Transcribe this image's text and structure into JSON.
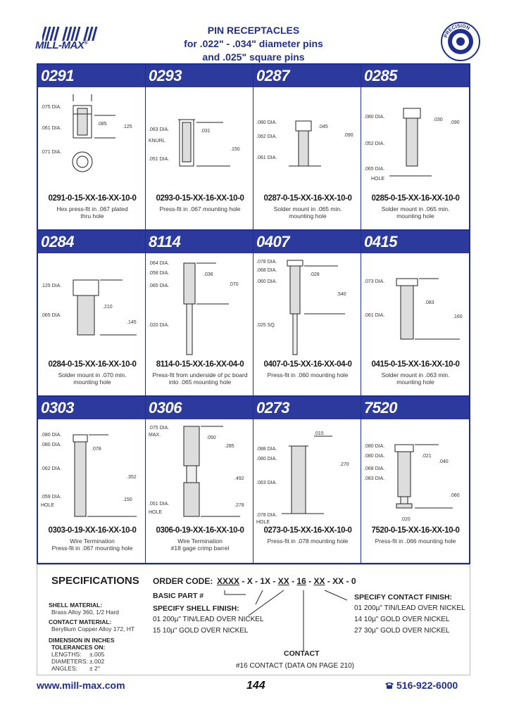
{
  "brand": {
    "logo_text": "MILL-MAX",
    "logo_mark": "MM",
    "seal_text": "PRECISION"
  },
  "header": {
    "line1": "PIN RECEPTACLES",
    "line2": "for .022\" - .034\" diameter pins",
    "line3": "and .025\" square pins"
  },
  "products": [
    {
      "id": "0291",
      "code": "0291-0-15-XX-16-XX-10-0",
      "desc1": "Hex press-fit in .067 plated",
      "desc2": "thru hole"
    },
    {
      "id": "0293",
      "code": "0293-0-15-XX-16-XX-10-0",
      "desc1": "Press-fit in .067 mounting hole",
      "desc2": ""
    },
    {
      "id": "0287",
      "code": "0287-0-15-XX-16-XX-10-0",
      "desc1": "Solder mount in .065 min.",
      "desc2": "mounting hole"
    },
    {
      "id": "0285",
      "code": "0285-0-15-XX-16-XX-10-0",
      "desc1": "Solder mount in .065 min.",
      "desc2": "mounting hole"
    },
    {
      "id": "0284",
      "code": "0284-0-15-XX-16-XX-10-0",
      "desc1": "Solder mount in .070 min.",
      "desc2": "mounting hole"
    },
    {
      "id": "8114",
      "code": "8114-0-15-XX-16-XX-04-0",
      "desc1": "Press-fit from underside of pc board",
      "desc2": "into .065 mounting hole"
    },
    {
      "id": "0407",
      "code": "0407-0-15-XX-16-XX-04-0",
      "desc1": "Press-fit in .060 mounting hole",
      "desc2": ""
    },
    {
      "id": "0415",
      "code": "0415-0-15-XX-16-XX-10-0",
      "desc1": "Solder mount in .063 min.",
      "desc2": "mounting hole"
    },
    {
      "id": "0303",
      "code": "0303-0-19-XX-16-XX-10-0",
      "desc1": "Wire Termination",
      "desc2": "Press-fit in .067 mounting hole"
    },
    {
      "id": "0306",
      "code": "0306-0-19-XX-16-XX-10-0",
      "desc1": "Wire Termination",
      "desc2": "#18 gage crimp barrel"
    },
    {
      "id": "0273",
      "code": "0273-0-15-XX-16-XX-10-0",
      "desc1": "Press-fit in .078 mounting hole",
      "desc2": ""
    },
    {
      "id": "7520",
      "code": "7520-0-15-XX-16-XX-10-0",
      "desc1": "Press-fit in .066 mounting hole",
      "desc2": ""
    }
  ],
  "specs": {
    "title": "SPECIFICATIONS",
    "shell_label": "SHELL MATERIAL:",
    "shell_value": "Brass Alloy 360, 1/2 Hard",
    "contact_label": "CONTACT MATERIAL:",
    "contact_value": "Beryllium Copper Alloy 172, HT",
    "dim1": "DIMENSION IN INCHES",
    "dim2": "TOLERANCES ON:",
    "tolerances": [
      {
        "name": "LENGTHS:",
        "value": "±.005"
      },
      {
        "name": "DIAMETERS:",
        "value": "±.002"
      },
      {
        "name": "ANGLES:",
        "value": "± 2°"
      }
    ]
  },
  "order": {
    "label": "ORDER CODE:",
    "p1": "XXXX",
    "p2": "X",
    "p3": "1X",
    "p4": "XX",
    "p5": "16",
    "p6": "XX",
    "p7": "XX",
    "p8": "0",
    "basic_part": "BASIC PART #",
    "shell_finish_title": "SPECIFY SHELL FINISH:",
    "shell_finish_1": "01  200µ\" TIN/LEAD OVER NICKEL",
    "shell_finish_2": "15  10µ\" GOLD OVER NICKEL",
    "contact_finish_title": "SPECIFY CONTACT FINISH:",
    "contact_finish_1": "01  200µ\" TIN/LEAD OVER NICKEL",
    "contact_finish_2": "14  10µ\" GOLD OVER NICKEL",
    "contact_finish_3": "27  30µ\" GOLD OVER NICKEL",
    "contact_title": "CONTACT",
    "contact_line": "#16  CONTACT (DATA ON PAGE 210)"
  },
  "footer": {
    "url": "www.mill-max.com",
    "page": "144",
    "phone": "516-922-6000"
  },
  "colors": {
    "brand_blue": "#1f2f8f",
    "header_fill": "#2b3a9c"
  }
}
